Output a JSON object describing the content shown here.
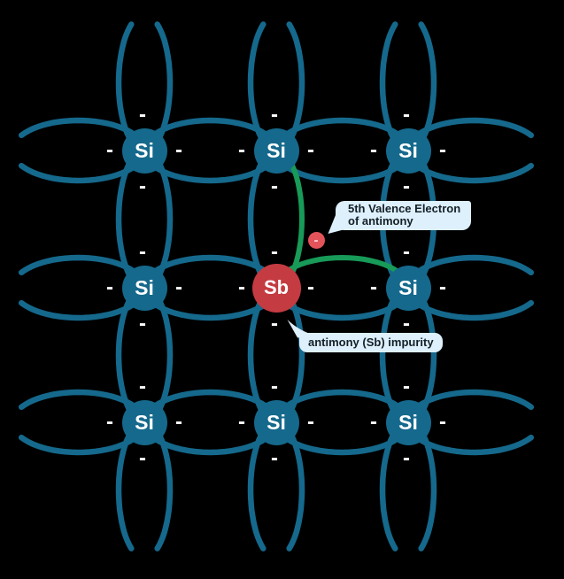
{
  "background": "#000000",
  "diagram": {
    "electron_symbol": "-",
    "fifth_electron_symbol": "-",
    "lattice": {
      "atoms": [
        [
          "Si",
          "Si",
          "Si"
        ],
        [
          "Si",
          "Sb",
          "Si"
        ],
        [
          "Si",
          "Si",
          "Si"
        ]
      ],
      "host_symbol": "Si",
      "impurity_symbol": "Sb"
    },
    "colors": {
      "bond": "#15698c",
      "silicon_atom": "#15698c",
      "antimony_atom": "#c43b41",
      "free_electron_path": "#189a58",
      "free_electron": "#e2545a",
      "free_electron_text": "#ffd2d4",
      "electron_text": "#ffffff",
      "callout_bg": "#ddf0fb",
      "callout_text": "#141f27"
    }
  },
  "callouts": {
    "fifth_electron": {
      "line1": "5th Valence Electron",
      "line2": "of antimony"
    },
    "impurity": {
      "text": "antimony (Sb) impurity"
    }
  }
}
